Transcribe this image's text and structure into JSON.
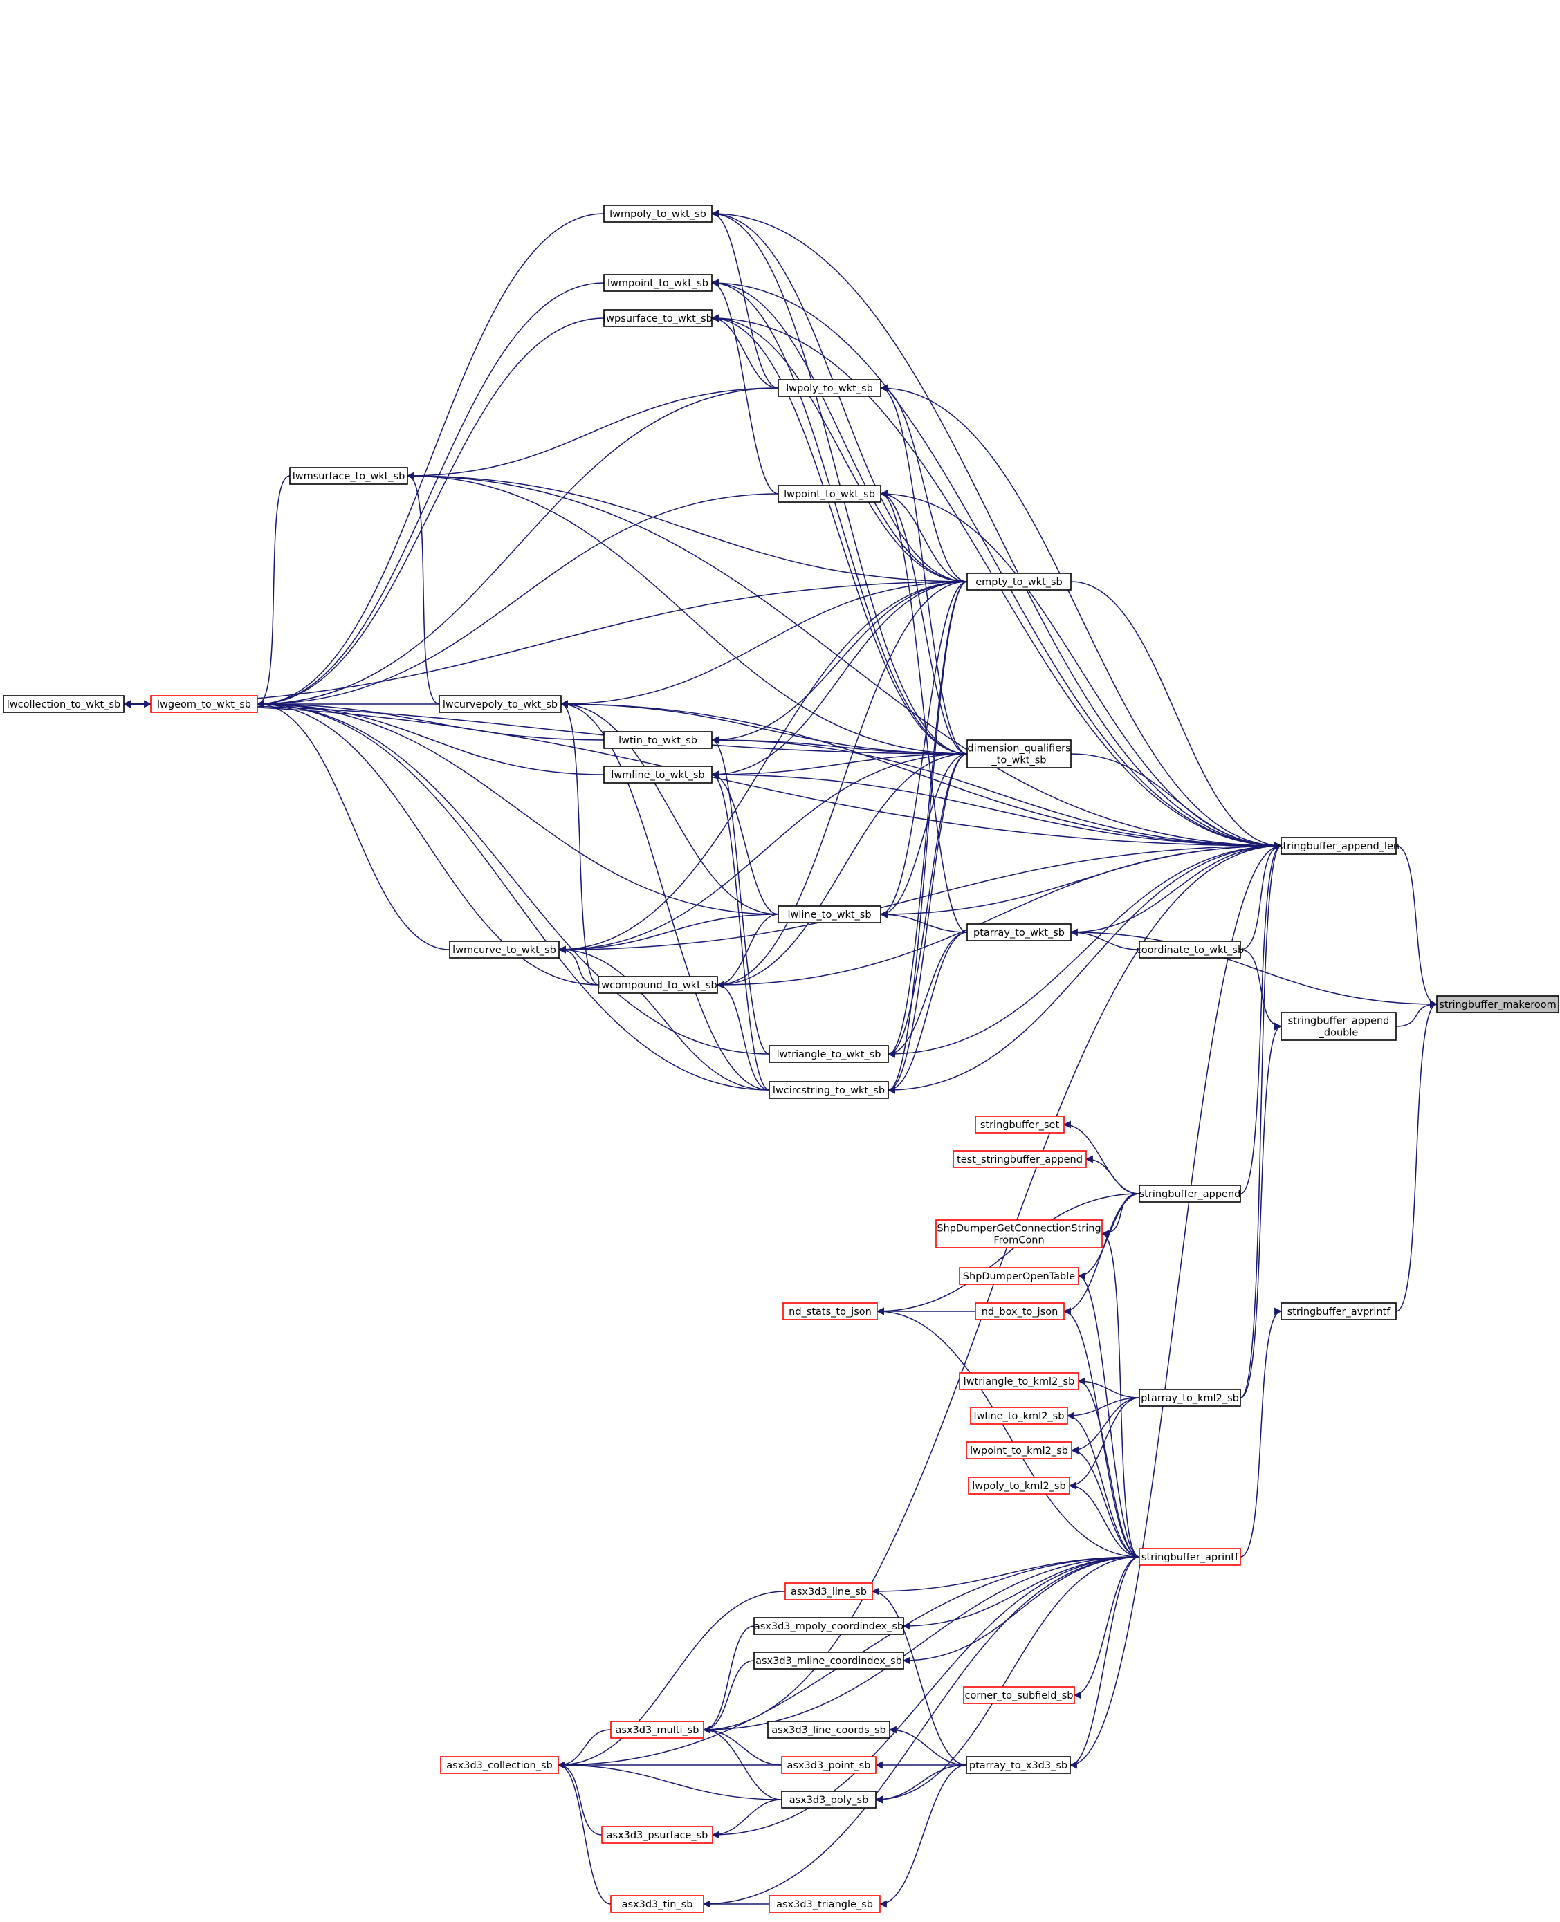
{
  "colors": {
    "edge": "#191970",
    "node_border": "#000000",
    "node_border_external": "#ff0000",
    "focus_fill": "#bfbfbf",
    "background": "#ffffff"
  },
  "nodes": [
    {
      "id": "stringbuffer_makeroom",
      "lines": [
        "stringbuffer_makeroom"
      ],
      "style": "focus"
    },
    {
      "id": "stringbuffer_append_len",
      "lines": [
        "stringbuffer_append_len"
      ],
      "style": "normal"
    },
    {
      "id": "stringbuffer_append_double",
      "lines": [
        "stringbuffer_append",
        "_double"
      ],
      "style": "normal"
    },
    {
      "id": "stringbuffer_avprintf",
      "lines": [
        "stringbuffer_avprintf"
      ],
      "style": "normal"
    },
    {
      "id": "stringbuffer_aprintf",
      "lines": [
        "stringbuffer_aprintf"
      ],
      "style": "red"
    },
    {
      "id": "stringbuffer_append",
      "lines": [
        "stringbuffer_append"
      ],
      "style": "normal"
    },
    {
      "id": "coordinate_to_wkt_sb",
      "lines": [
        "coordinate_to_wkt_sb"
      ],
      "style": "normal"
    },
    {
      "id": "ptarray_to_wkt_sb",
      "lines": [
        "ptarray_to_wkt_sb"
      ],
      "style": "normal"
    },
    {
      "id": "dimension_qualifiers_to_wkt_sb",
      "lines": [
        "dimension_qualifiers",
        "_to_wkt_sb"
      ],
      "style": "normal"
    },
    {
      "id": "empty_to_wkt_sb",
      "lines": [
        "empty_to_wkt_sb"
      ],
      "style": "normal"
    },
    {
      "id": "lwpoint_to_wkt_sb",
      "lines": [
        "lwpoint_to_wkt_sb"
      ],
      "style": "normal"
    },
    {
      "id": "lwpoly_to_wkt_sb",
      "lines": [
        "lwpoly_to_wkt_sb"
      ],
      "style": "normal"
    },
    {
      "id": "lwmpoly_to_wkt_sb",
      "lines": [
        "lwmpoly_to_wkt_sb"
      ],
      "style": "normal"
    },
    {
      "id": "lwmpoint_to_wkt_sb",
      "lines": [
        "lwmpoint_to_wkt_sb"
      ],
      "style": "normal"
    },
    {
      "id": "lwpsurface_to_wkt_sb",
      "lines": [
        "lwpsurface_to_wkt_sb"
      ],
      "style": "normal"
    },
    {
      "id": "lwmsurface_to_wkt_sb",
      "lines": [
        "lwmsurface_to_wkt_sb"
      ],
      "style": "normal"
    },
    {
      "id": "lwcurvepoly_to_wkt_sb",
      "lines": [
        "lwcurvepoly_to_wkt_sb"
      ],
      "style": "normal"
    },
    {
      "id": "lwtin_to_wkt_sb",
      "lines": [
        "lwtin_to_wkt_sb"
      ],
      "style": "normal"
    },
    {
      "id": "lwmline_to_wkt_sb",
      "lines": [
        "lwmline_to_wkt_sb"
      ],
      "style": "normal"
    },
    {
      "id": "lwline_to_wkt_sb",
      "lines": [
        "lwline_to_wkt_sb"
      ],
      "style": "normal"
    },
    {
      "id": "lwmcurve_to_wkt_sb",
      "lines": [
        "lwmcurve_to_wkt_sb"
      ],
      "style": "normal"
    },
    {
      "id": "lwcompound_to_wkt_sb",
      "lines": [
        "lwcompound_to_wkt_sb"
      ],
      "style": "normal"
    },
    {
      "id": "lwtriangle_to_wkt_sb",
      "lines": [
        "lwtriangle_to_wkt_sb"
      ],
      "style": "normal"
    },
    {
      "id": "lwcircstring_to_wkt_sb",
      "lines": [
        "lwcircstring_to_wkt_sb"
      ],
      "style": "normal"
    },
    {
      "id": "lwgeom_to_wkt_sb",
      "lines": [
        "lwgeom_to_wkt_sb"
      ],
      "style": "red"
    },
    {
      "id": "lwcollection_to_wkt_sb",
      "lines": [
        "lwcollection_to_wkt_sb"
      ],
      "style": "normal"
    },
    {
      "id": "stringbuffer_set",
      "lines": [
        "stringbuffer_set"
      ],
      "style": "red"
    },
    {
      "id": "test_stringbuffer_append",
      "lines": [
        "test_stringbuffer_append"
      ],
      "style": "red"
    },
    {
      "id": "ShpDumperGetConnectionStringFromConn",
      "lines": [
        "ShpDumperGetConnectionString",
        "FromConn"
      ],
      "style": "red"
    },
    {
      "id": "ShpDumperOpenTable",
      "lines": [
        "ShpDumperOpenTable"
      ],
      "style": "red"
    },
    {
      "id": "nd_box_to_json",
      "lines": [
        "nd_box_to_json"
      ],
      "style": "red"
    },
    {
      "id": "nd_stats_to_json",
      "lines": [
        "nd_stats_to_json"
      ],
      "style": "red"
    },
    {
      "id": "ptarray_to_kml2_sb",
      "lines": [
        "ptarray_to_kml2_sb"
      ],
      "style": "normal"
    },
    {
      "id": "lwtriangle_to_kml2_sb",
      "lines": [
        "lwtriangle_to_kml2_sb"
      ],
      "style": "red"
    },
    {
      "id": "lwline_to_kml2_sb",
      "lines": [
        "lwline_to_kml2_sb"
      ],
      "style": "red"
    },
    {
      "id": "lwpoint_to_kml2_sb",
      "lines": [
        "lwpoint_to_kml2_sb"
      ],
      "style": "red"
    },
    {
      "id": "lwpoly_to_kml2_sb",
      "lines": [
        "lwpoly_to_kml2_sb"
      ],
      "style": "red"
    },
    {
      "id": "asx3d3_line_sb",
      "lines": [
        "asx3d3_line_sb"
      ],
      "style": "red"
    },
    {
      "id": "asx3d3_mpoly_coordindex_sb",
      "lines": [
        "asx3d3_mpoly_coordindex_sb"
      ],
      "style": "normal"
    },
    {
      "id": "asx3d3_mline_coordindex_sb",
      "lines": [
        "asx3d3_mline_coordindex_sb"
      ],
      "style": "normal"
    },
    {
      "id": "corner_to_subfield_sb",
      "lines": [
        "corner_to_subfield_sb"
      ],
      "style": "red"
    },
    {
      "id": "asx3d3_multi_sb",
      "lines": [
        "asx3d3_multi_sb"
      ],
      "style": "red"
    },
    {
      "id": "asx3d3_line_coords_sb",
      "lines": [
        "asx3d3_line_coords_sb"
      ],
      "style": "normal"
    },
    {
      "id": "asx3d3_collection_sb",
      "lines": [
        "asx3d3_collection_sb"
      ],
      "style": "red"
    },
    {
      "id": "asx3d3_point_sb",
      "lines": [
        "asx3d3_point_sb"
      ],
      "style": "red"
    },
    {
      "id": "ptarray_to_x3d3_sb",
      "lines": [
        "ptarray_to_x3d3_sb"
      ],
      "style": "normal"
    },
    {
      "id": "asx3d3_poly_sb",
      "lines": [
        "asx3d3_poly_sb"
      ],
      "style": "normal"
    },
    {
      "id": "asx3d3_psurface_sb",
      "lines": [
        "asx3d3_psurface_sb"
      ],
      "style": "red"
    },
    {
      "id": "asx3d3_tin_sb",
      "lines": [
        "asx3d3_tin_sb"
      ],
      "style": "red"
    },
    {
      "id": "asx3d3_triangle_sb",
      "lines": [
        "asx3d3_triangle_sb"
      ],
      "style": "red"
    }
  ],
  "edges": [
    [
      "stringbuffer_append_len",
      "stringbuffer_makeroom"
    ],
    [
      "ptarray_to_wkt_sb",
      "stringbuffer_makeroom"
    ],
    [
      "stringbuffer_append_double",
      "stringbuffer_makeroom"
    ],
    [
      "stringbuffer_avprintf",
      "stringbuffer_makeroom"
    ],
    [
      "coordinate_to_wkt_sb",
      "stringbuffer_append_double"
    ],
    [
      "ptarray_to_kml2_sb",
      "stringbuffer_append_double"
    ],
    [
      "stringbuffer_aprintf",
      "stringbuffer_avprintf"
    ],
    [
      "dimension_qualifiers_to_wkt_sb",
      "stringbuffer_append_len"
    ],
    [
      "empty_to_wkt_sb",
      "stringbuffer_append_len"
    ],
    [
      "lwpoint_to_wkt_sb",
      "stringbuffer_append_len"
    ],
    [
      "lwpoly_to_wkt_sb",
      "stringbuffer_append_len"
    ],
    [
      "lwmpoly_to_wkt_sb",
      "stringbuffer_append_len"
    ],
    [
      "lwmpoint_to_wkt_sb",
      "stringbuffer_append_len"
    ],
    [
      "lwpsurface_to_wkt_sb",
      "stringbuffer_append_len"
    ],
    [
      "lwmsurface_to_wkt_sb",
      "stringbuffer_append_len"
    ],
    [
      "lwcurvepoly_to_wkt_sb",
      "stringbuffer_append_len"
    ],
    [
      "lwtin_to_wkt_sb",
      "stringbuffer_append_len"
    ],
    [
      "lwmline_to_wkt_sb",
      "stringbuffer_append_len"
    ],
    [
      "lwline_to_wkt_sb",
      "stringbuffer_append_len"
    ],
    [
      "lwmcurve_to_wkt_sb",
      "stringbuffer_append_len"
    ],
    [
      "lwcompound_to_wkt_sb",
      "stringbuffer_append_len"
    ],
    [
      "lwtriangle_to_wkt_sb",
      "stringbuffer_append_len"
    ],
    [
      "lwcircstring_to_wkt_sb",
      "stringbuffer_append_len"
    ],
    [
      "lwcollection_to_wkt_sb",
      "stringbuffer_append_len"
    ],
    [
      "ptarray_to_wkt_sb",
      "stringbuffer_append_len"
    ],
    [
      "coordinate_to_wkt_sb",
      "stringbuffer_append_len"
    ],
    [
      "stringbuffer_append",
      "stringbuffer_append_len"
    ],
    [
      "ptarray_to_kml2_sb",
      "stringbuffer_append_len"
    ],
    [
      "ptarray_to_x3d3_sb",
      "stringbuffer_append_len"
    ],
    [
      "asx3d3_multi_sb",
      "stringbuffer_append_len"
    ],
    [
      "coordinate_to_wkt_sb",
      "ptarray_to_wkt_sb"
    ],
    [
      "ptarray_to_wkt_sb",
      "lwpoint_to_wkt_sb"
    ],
    [
      "ptarray_to_wkt_sb",
      "lwline_to_wkt_sb"
    ],
    [
      "ptarray_to_wkt_sb",
      "lwtriangle_to_wkt_sb"
    ],
    [
      "ptarray_to_wkt_sb",
      "lwcircstring_to_wkt_sb"
    ],
    [
      "dimension_qualifiers_to_wkt_sb",
      "lwmpoly_to_wkt_sb"
    ],
    [
      "dimension_qualifiers_to_wkt_sb",
      "lwmpoint_to_wkt_sb"
    ],
    [
      "dimension_qualifiers_to_wkt_sb",
      "lwpsurface_to_wkt_sb"
    ],
    [
      "dimension_qualifiers_to_wkt_sb",
      "lwpoly_to_wkt_sb"
    ],
    [
      "dimension_qualifiers_to_wkt_sb",
      "lwpoint_to_wkt_sb"
    ],
    [
      "dimension_qualifiers_to_wkt_sb",
      "lwmsurface_to_wkt_sb"
    ],
    [
      "dimension_qualifiers_to_wkt_sb",
      "lwcurvepoly_to_wkt_sb"
    ],
    [
      "dimension_qualifiers_to_wkt_sb",
      "lwtin_to_wkt_sb"
    ],
    [
      "dimension_qualifiers_to_wkt_sb",
      "lwmline_to_wkt_sb"
    ],
    [
      "dimension_qualifiers_to_wkt_sb",
      "lwline_to_wkt_sb"
    ],
    [
      "dimension_qualifiers_to_wkt_sb",
      "lwmcurve_to_wkt_sb"
    ],
    [
      "dimension_qualifiers_to_wkt_sb",
      "lwcompound_to_wkt_sb"
    ],
    [
      "dimension_qualifiers_to_wkt_sb",
      "lwtriangle_to_wkt_sb"
    ],
    [
      "dimension_qualifiers_to_wkt_sb",
      "lwcircstring_to_wkt_sb"
    ],
    [
      "dimension_qualifiers_to_wkt_sb",
      "lwcollection_to_wkt_sb"
    ],
    [
      "empty_to_wkt_sb",
      "lwmpoly_to_wkt_sb"
    ],
    [
      "empty_to_wkt_sb",
      "lwmpoint_to_wkt_sb"
    ],
    [
      "empty_to_wkt_sb",
      "lwpsurface_to_wkt_sb"
    ],
    [
      "empty_to_wkt_sb",
      "lwpoly_to_wkt_sb"
    ],
    [
      "empty_to_wkt_sb",
      "lwpoint_to_wkt_sb"
    ],
    [
      "empty_to_wkt_sb",
      "lwmsurface_to_wkt_sb"
    ],
    [
      "empty_to_wkt_sb",
      "lwcurvepoly_to_wkt_sb"
    ],
    [
      "empty_to_wkt_sb",
      "lwtin_to_wkt_sb"
    ],
    [
      "empty_to_wkt_sb",
      "lwmline_to_wkt_sb"
    ],
    [
      "empty_to_wkt_sb",
      "lwline_to_wkt_sb"
    ],
    [
      "empty_to_wkt_sb",
      "lwmcurve_to_wkt_sb"
    ],
    [
      "empty_to_wkt_sb",
      "lwcompound_to_wkt_sb"
    ],
    [
      "empty_to_wkt_sb",
      "lwtriangle_to_wkt_sb"
    ],
    [
      "empty_to_wkt_sb",
      "lwcircstring_to_wkt_sb"
    ],
    [
      "empty_to_wkt_sb",
      "lwcollection_to_wkt_sb"
    ],
    [
      "lwpoint_to_wkt_sb",
      "lwmpoint_to_wkt_sb"
    ],
    [
      "lwpoint_to_wkt_sb",
      "lwgeom_to_wkt_sb"
    ],
    [
      "lwpoly_to_wkt_sb",
      "lwmpoly_to_wkt_sb"
    ],
    [
      "lwpoly_to_wkt_sb",
      "lwpsurface_to_wkt_sb"
    ],
    [
      "lwpoly_to_wkt_sb",
      "lwmsurface_to_wkt_sb"
    ],
    [
      "lwpoly_to_wkt_sb",
      "lwgeom_to_wkt_sb"
    ],
    [
      "lwmpoly_to_wkt_sb",
      "lwgeom_to_wkt_sb"
    ],
    [
      "lwmpoint_to_wkt_sb",
      "lwgeom_to_wkt_sb"
    ],
    [
      "lwpsurface_to_wkt_sb",
      "lwgeom_to_wkt_sb"
    ],
    [
      "lwmsurface_to_wkt_sb",
      "lwgeom_to_wkt_sb"
    ],
    [
      "lwcurvepoly_to_wkt_sb",
      "lwmsurface_to_wkt_sb"
    ],
    [
      "lwcurvepoly_to_wkt_sb",
      "lwgeom_to_wkt_sb"
    ],
    [
      "lwtin_to_wkt_sb",
      "lwgeom_to_wkt_sb"
    ],
    [
      "lwmline_to_wkt_sb",
      "lwgeom_to_wkt_sb"
    ],
    [
      "lwline_to_wkt_sb",
      "lwmline_to_wkt_sb"
    ],
    [
      "lwline_to_wkt_sb",
      "lwmcurve_to_wkt_sb"
    ],
    [
      "lwline_to_wkt_sb",
      "lwcompound_to_wkt_sb"
    ],
    [
      "lwline_to_wkt_sb",
      "lwcurvepoly_to_wkt_sb"
    ],
    [
      "lwline_to_wkt_sb",
      "lwgeom_to_wkt_sb"
    ],
    [
      "lwmcurve_to_wkt_sb",
      "lwgeom_to_wkt_sb"
    ],
    [
      "lwcompound_to_wkt_sb",
      "lwmcurve_to_wkt_sb"
    ],
    [
      "lwcompound_to_wkt_sb",
      "lwcurvepoly_to_wkt_sb"
    ],
    [
      "lwcompound_to_wkt_sb",
      "lwgeom_to_wkt_sb"
    ],
    [
      "lwtriangle_to_wkt_sb",
      "lwtin_to_wkt_sb"
    ],
    [
      "lwtriangle_to_wkt_sb",
      "lwgeom_to_wkt_sb"
    ],
    [
      "lwcircstring_to_wkt_sb",
      "lwmline_to_wkt_sb"
    ],
    [
      "lwcircstring_to_wkt_sb",
      "lwmcurve_to_wkt_sb"
    ],
    [
      "lwcircstring_to_wkt_sb",
      "lwcompound_to_wkt_sb"
    ],
    [
      "lwcircstring_to_wkt_sb",
      "lwcurvepoly_to_wkt_sb"
    ],
    [
      "lwcircstring_to_wkt_sb",
      "lwgeom_to_wkt_sb"
    ],
    [
      "lwgeom_to_wkt_sb",
      "lwcollection_to_wkt_sb"
    ],
    [
      "lwcollection_to_wkt_sb",
      "lwgeom_to_wkt_sb"
    ],
    [
      "stringbuffer_append",
      "stringbuffer_set"
    ],
    [
      "stringbuffer_append",
      "test_stringbuffer_append"
    ],
    [
      "stringbuffer_append",
      "nd_stats_to_json"
    ],
    [
      "stringbuffer_append",
      "ShpDumperGetConnectionStringFromConn"
    ],
    [
      "stringbuffer_append",
      "ShpDumperOpenTable"
    ],
    [
      "stringbuffer_append",
      "nd_box_to_json"
    ],
    [
      "nd_box_to_json",
      "nd_stats_to_json"
    ],
    [
      "ptarray_to_kml2_sb",
      "lwtriangle_to_kml2_sb"
    ],
    [
      "ptarray_to_kml2_sb",
      "lwline_to_kml2_sb"
    ],
    [
      "ptarray_to_kml2_sb",
      "lwpoint_to_kml2_sb"
    ],
    [
      "ptarray_to_kml2_sb",
      "lwpoly_to_kml2_sb"
    ],
    [
      "stringbuffer_aprintf",
      "ShpDumperGetConnectionStringFromConn"
    ],
    [
      "stringbuffer_aprintf",
      "ShpDumperOpenTable"
    ],
    [
      "stringbuffer_aprintf",
      "nd_box_to_json"
    ],
    [
      "stringbuffer_aprintf",
      "nd_stats_to_json"
    ],
    [
      "stringbuffer_aprintf",
      "lwtriangle_to_kml2_sb"
    ],
    [
      "stringbuffer_aprintf",
      "lwline_to_kml2_sb"
    ],
    [
      "stringbuffer_aprintf",
      "lwpoint_to_kml2_sb"
    ],
    [
      "stringbuffer_aprintf",
      "lwpoly_to_kml2_sb"
    ],
    [
      "stringbuffer_aprintf",
      "asx3d3_line_sb"
    ],
    [
      "stringbuffer_aprintf",
      "asx3d3_mpoly_coordindex_sb"
    ],
    [
      "stringbuffer_aprintf",
      "asx3d3_mline_coordindex_sb"
    ],
    [
      "stringbuffer_aprintf",
      "corner_to_subfield_sb"
    ],
    [
      "stringbuffer_aprintf",
      "asx3d3_multi_sb"
    ],
    [
      "stringbuffer_aprintf",
      "asx3d3_collection_sb"
    ],
    [
      "stringbuffer_aprintf",
      "ptarray_to_x3d3_sb"
    ],
    [
      "stringbuffer_aprintf",
      "asx3d3_poly_sb"
    ],
    [
      "stringbuffer_aprintf",
      "asx3d3_psurface_sb"
    ],
    [
      "stringbuffer_aprintf",
      "asx3d3_tin_sb"
    ],
    [
      "ptarray_to_x3d3_sb",
      "asx3d3_line_sb"
    ],
    [
      "ptarray_to_x3d3_sb",
      "asx3d3_line_coords_sb"
    ],
    [
      "ptarray_to_x3d3_sb",
      "asx3d3_point_sb"
    ],
    [
      "ptarray_to_x3d3_sb",
      "asx3d3_poly_sb"
    ],
    [
      "ptarray_to_x3d3_sb",
      "asx3d3_triangle_sb"
    ],
    [
      "asx3d3_line_sb",
      "asx3d3_collection_sb"
    ],
    [
      "asx3d3_mpoly_coordindex_sb",
      "asx3d3_multi_sb"
    ],
    [
      "asx3d3_mline_coordindex_sb",
      "asx3d3_multi_sb"
    ],
    [
      "asx3d3_multi_sb",
      "asx3d3_collection_sb"
    ],
    [
      "asx3d3_point_sb",
      "asx3d3_multi_sb"
    ],
    [
      "asx3d3_point_sb",
      "asx3d3_collection_sb"
    ],
    [
      "asx3d3_poly_sb",
      "asx3d3_multi_sb"
    ],
    [
      "asx3d3_poly_sb",
      "asx3d3_collection_sb"
    ],
    [
      "asx3d3_poly_sb",
      "asx3d3_psurface_sb"
    ],
    [
      "asx3d3_psurface_sb",
      "asx3d3_collection_sb"
    ],
    [
      "asx3d3_tin_sb",
      "asx3d3_collection_sb"
    ],
    [
      "asx3d3_triangle_sb",
      "asx3d3_tin_sb"
    ]
  ]
}
